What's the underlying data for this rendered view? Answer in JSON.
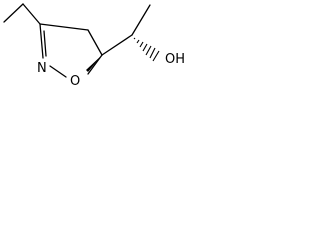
{
  "molecule": {
    "atoms": {
      "nitrogen": "N",
      "oxygen": "O",
      "hydroxyl": "OH"
    },
    "colors": {
      "bond": "#000000",
      "background": "#ffffff"
    }
  }
}
